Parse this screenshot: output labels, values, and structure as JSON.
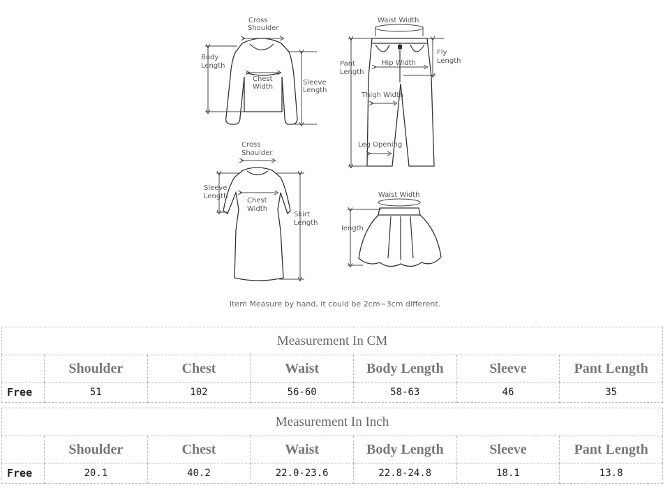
{
  "diagram": {
    "top": {
      "cross_shoulder_1": "Cross",
      "cross_shoulder_2": "Shoulder",
      "body_length_1": "Body",
      "body_length_2": "Length",
      "chest_width_1": "Chest",
      "chest_width_2": "Width",
      "sleeve_length_1": "Sleeve",
      "sleeve_length_2": "Length"
    },
    "pants": {
      "waist_width": "Waist Width",
      "pant_length_1": "Pant",
      "pant_length_2": "Length",
      "hip_width": "Hip Width",
      "fly_length_1": "Fly",
      "fly_length_2": "Length",
      "thigh_width": "Thigh Width",
      "leg_opening": "Leg Opening"
    },
    "dress": {
      "cross_shoulder_1": "Cross",
      "cross_shoulder_2": "Shoulder",
      "sleeve_length_1": "Sleeve",
      "sleeve_length_2": "Length",
      "chest_width_1": "Chest",
      "chest_width_2": "Width",
      "skirt_length_1": "Skirt",
      "skirt_length_2": "Length"
    },
    "skirt": {
      "waist_width": "Waist Width",
      "length": "length"
    },
    "note": "Item Measure by hand, it could be 2cm~3cm different."
  },
  "tables": [
    {
      "title": "Measurement In CM",
      "headers": [
        "Shoulder",
        "Chest",
        "Waist",
        "Body Length",
        "Sleeve",
        "Pant Length"
      ],
      "rows": [
        {
          "size": "Free",
          "values": [
            "51",
            "102",
            "56-60",
            "58-63",
            "46",
            "35"
          ]
        }
      ]
    },
    {
      "title": "Measurement In Inch",
      "headers": [
        "Shoulder",
        "Chest",
        "Waist",
        "Body Length",
        "Sleeve",
        "Pant Length"
      ],
      "rows": [
        {
          "size": "Free",
          "values": [
            "20.1",
            "40.2",
            "22.0-23.6",
            "22.8-24.8",
            "18.1",
            "13.8"
          ]
        }
      ]
    }
  ]
}
